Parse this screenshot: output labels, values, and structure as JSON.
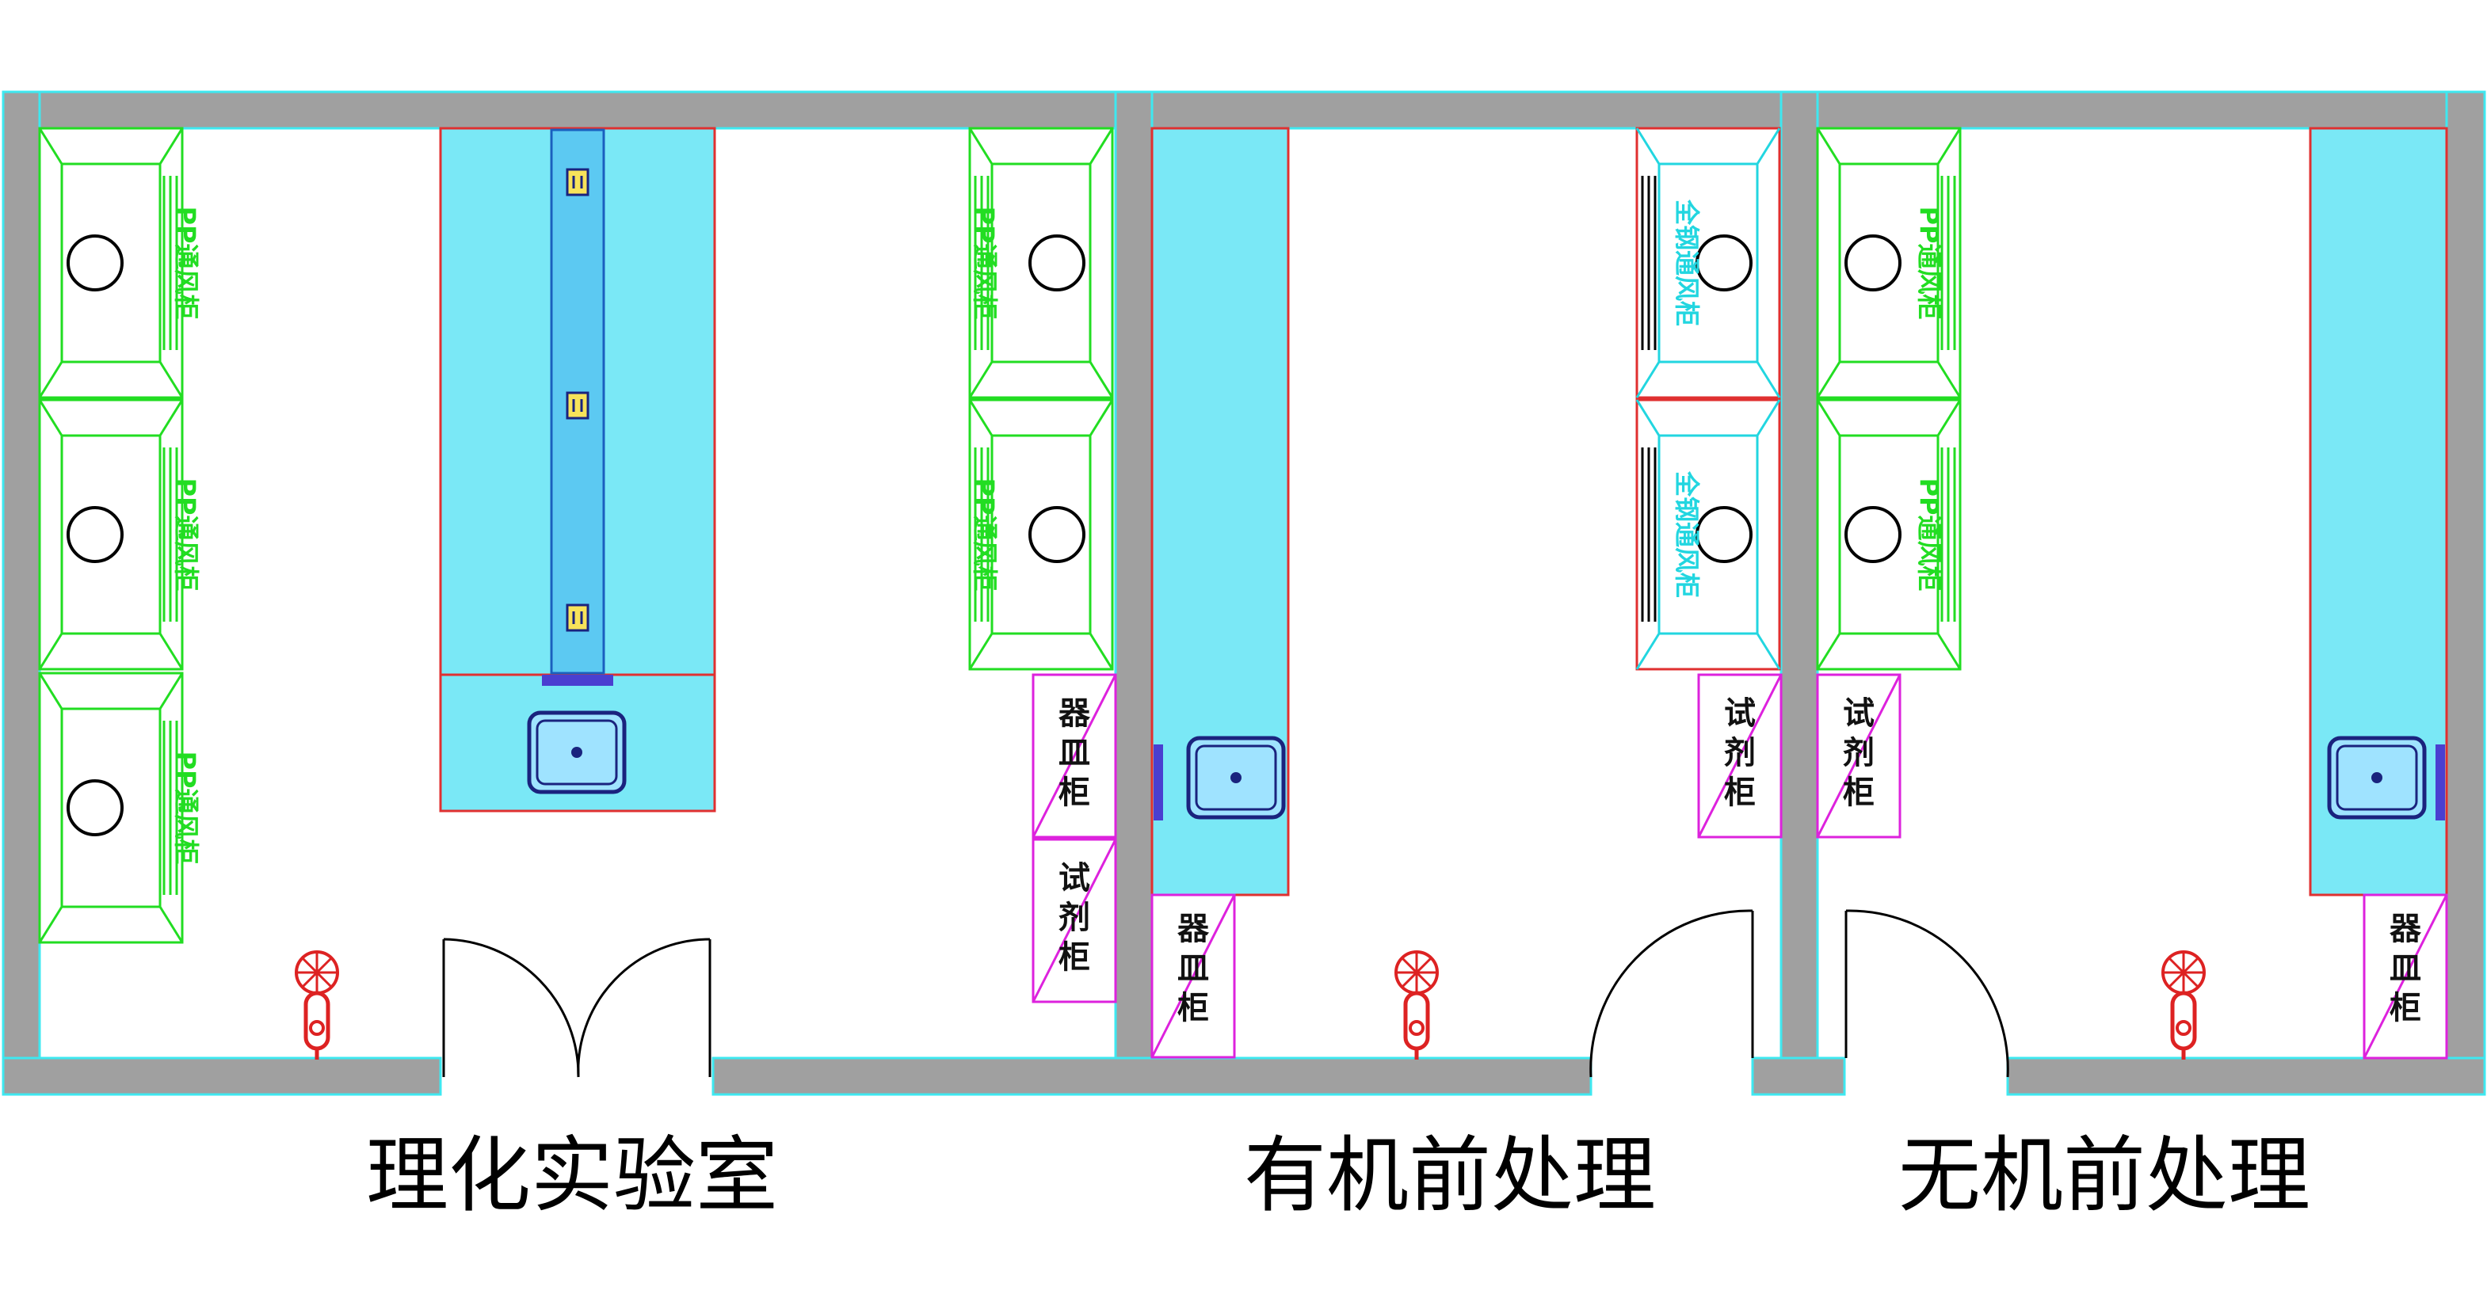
{
  "rooms": [
    {
      "name": "理化实验室"
    },
    {
      "name": "有机前处理"
    },
    {
      "name": "无机前处理"
    }
  ],
  "labels": {
    "pp_hood": "PP通风柜",
    "steel_hood": "全钢通风柜",
    "ware_cabinet": [
      "器",
      "皿",
      "柜"
    ],
    "reagent_cabinet": [
      "试",
      "剂",
      "柜"
    ]
  },
  "colors": {
    "wall": "#a0a0a0",
    "wall_edge": "#3ee8f0",
    "bench": "#7ae8f6",
    "bench_edge": "#e03030",
    "pp_hood": "#22dd22",
    "steel_hood": "#22d6e0",
    "cabinet": "#dd22dd",
    "sink": "#1a237e",
    "eyewash": "#dd2222"
  },
  "icons": [
    "fume-hood-icon",
    "sink-icon",
    "eyewash-icon",
    "door-swing-icon",
    "outlet-icon"
  ]
}
